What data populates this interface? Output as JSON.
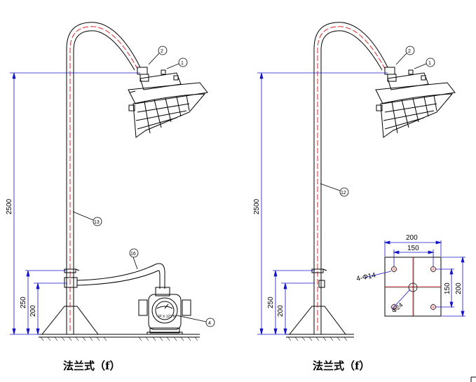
{
  "captions": {
    "left": "法兰式（f）",
    "right": "法兰式（f）"
  },
  "left_drawing": {
    "dims": {
      "height_total": "2500",
      "h_250": "250",
      "h_200": "200"
    },
    "balloons": {
      "b1": "1",
      "b2": "2",
      "b13": "13",
      "b16": "16",
      "b4": "4"
    },
    "gauge_text": "IP X 123 M"
  },
  "right_drawing": {
    "dims": {
      "height_total": "2500",
      "h_250": "250",
      "h_200": "200"
    },
    "balloons": {
      "b1": "1",
      "b2": "2",
      "b12": "12"
    }
  },
  "flange_detail": {
    "dims": {
      "outer_w": "200",
      "inner_w": "150",
      "inner_h": "150",
      "outer_h": "200"
    },
    "hole_label": "4-Φ14",
    "center_label": "Φ24"
  },
  "colors": {
    "pole_red": "#e0282a",
    "dimension_blue": "#1414c8",
    "outline": "#000000"
  }
}
